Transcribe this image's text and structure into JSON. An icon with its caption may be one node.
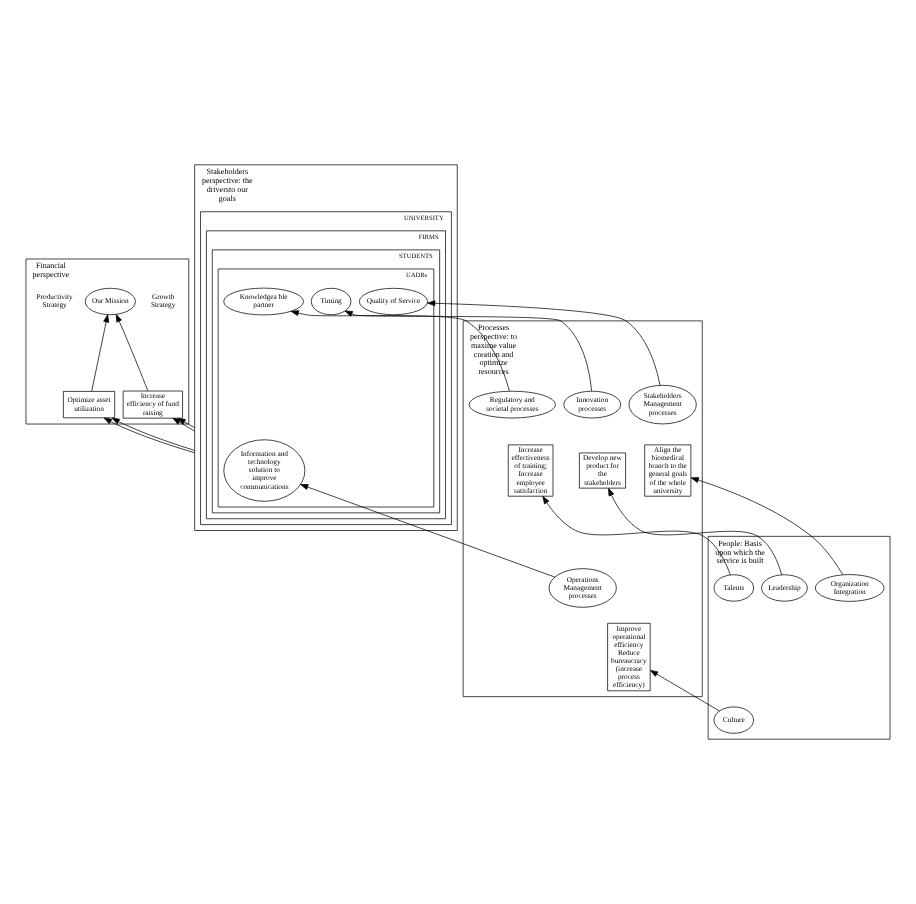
{
  "diagram": {
    "nodes": [
      {
        "text": [
          "Financial perspective"
        ]
      },
      {
        "text": [
          "Our Mission"
        ],
        "in": 0
      },
      {
        "text": [
          "Optimize asset utilization"
        ],
        "in": 0
      },
      {
        "text": [
          "Increase efficiency of fund raising"
        ],
        "in": 0
      },
      {
        "text": [
          "Stakeholders perspective: the driversto our goals"
        ]
      },
      {
        "text": [
          "UNIVERSITY"
        ],
        "in": 4
      },
      {
        "text": [
          "FIRMS"
        ],
        "in": 5
      },
      {
        "text": [
          "STUDENTS"
        ],
        "in": 6
      },
      {
        "text": [
          "UADRs"
        ],
        "in": 7
      },
      {
        "text": [
          "Information and technology solution to improve communications"
        ],
        "in": 8
      },
      {
        "text": [
          "Quality of Service"
        ],
        "in": 8
      },
      {
        "text": [
          "Timing"
        ],
        "in": 8
      },
      {
        "text": [
          "Knowledgea ble partner"
        ],
        "in": 8
      },
      {
        "text": [
          "Processes perspective: to maxime value creation and optimize resources"
        ]
      },
      {
        "text": [
          "Operations Management processes"
        ],
        "in": 13
      },
      {
        "text": [
          "Stakeholders Management processes"
        ],
        "in": 13
      },
      {
        "text": [
          "Innovation processes"
        ],
        "in": 13
      },
      {
        "text": [
          "Regulatory and societal processes"
        ],
        "in": 13
      },
      {
        "text": [
          "Improve operational efficiency Reduce bureaucracy (increase process efficiency)"
        ],
        "in": 13
      },
      {
        "text": [
          "Align the biomedical branch to the general goals of the whole university"
        ],
        "in": 13
      },
      {
        "text": [
          "Develop new product for the stakeholders"
        ],
        "in": 13
      },
      {
        "text": [
          "Increase effectiveness of training; Increase employee satisfaction"
        ],
        "in": 13
      },
      {
        "text": [
          "People: Basis upon which the service is built"
        ]
      },
      {
        "text": [
          "Culture"
        ],
        "in": 22
      },
      {
        "text": [
          "Organization Integration"
        ],
        "in": 22
      },
      {
        "text": [
          "Leadership"
        ],
        "in": 22
      },
      {
        "text": [
          "Talents"
        ],
        "in": 22
      }
    ],
    "edges": [
      {
        "from": 2,
        "to": 1,
        "arrow": "to"
      },
      {
        "from": 3,
        "to": 1,
        "arrow": "to"
      },
      {
        "from": 4,
        "to": 2,
        "arrow": "to"
      },
      {
        "from": 4,
        "to": 2,
        "arrow": "to"
      },
      {
        "from": 4,
        "to": 3,
        "arrow": "to"
      },
      {
        "from": 4,
        "to": 3,
        "arrow": "to"
      },
      {
        "from": 14,
        "to": 9,
        "arrow": "to"
      },
      {
        "from": 15,
        "to": 10,
        "arrow": "to"
      },
      {
        "from": 16,
        "to": 11,
        "arrow": "to"
      },
      {
        "from": 17,
        "to": 12,
        "arrow": "to"
      },
      {
        "from": 23,
        "to": 18,
        "arrow": "to"
      },
      {
        "from": 24,
        "to": 19,
        "arrow": "to"
      },
      {
        "from": 25,
        "to": 20,
        "arrow": "to"
      },
      {
        "from": 26,
        "to": 21,
        "arrow": "to"
      }
    ],
    "labels": [
      "Productivity Strategy",
      "Growth Strategy"
    ]
  }
}
